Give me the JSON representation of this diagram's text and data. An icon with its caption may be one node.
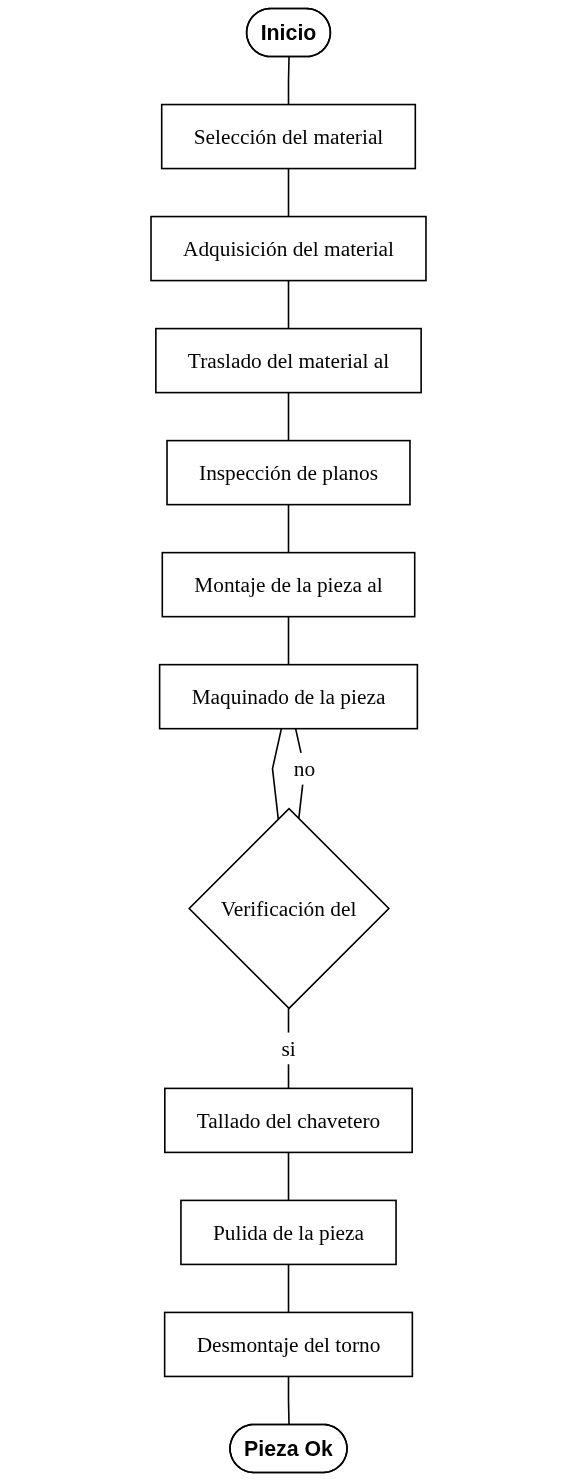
{
  "diagram": {
    "nodes": [
      {
        "text": [
          "Inicio"
        ]
      },
      {
        "text": [
          "Selección del material"
        ]
      },
      {
        "text": [
          "Adquisición del material"
        ]
      },
      {
        "text": [
          "Traslado del material al"
        ]
      },
      {
        "text": [
          "Inspección de planos"
        ]
      },
      {
        "text": [
          "Montaje de la pieza al"
        ]
      },
      {
        "text": [
          "Maquinado de la pieza"
        ]
      },
      {
        "text": [
          "Verificación del"
        ]
      },
      {
        "text": [
          "Tallado del chavetero"
        ]
      },
      {
        "text": [
          "Pulida de la pieza"
        ]
      },
      {
        "text": [
          "Desmontaje del torno"
        ]
      },
      {
        "text": [
          "Pieza Ok"
        ]
      }
    ],
    "edges": [
      {
        "from": 0,
        "to": 1,
        "arrow": "none"
      },
      {
        "from": 1,
        "to": 2,
        "arrow": "none"
      },
      {
        "from": 2,
        "to": 3,
        "arrow": "none"
      },
      {
        "from": 3,
        "to": 4,
        "arrow": "none"
      },
      {
        "from": 4,
        "to": 5,
        "arrow": "none"
      },
      {
        "from": 5,
        "to": 6,
        "arrow": "none"
      },
      {
        "from": 6,
        "to": 7,
        "arrow": "none"
      },
      {
        "from": 7,
        "to": 6,
        "arrow": "none",
        "label": "no"
      },
      {
        "from": 7,
        "to": 8,
        "arrow": "none",
        "label": "si"
      },
      {
        "from": 8,
        "to": 9,
        "arrow": "none"
      },
      {
        "from": 9,
        "to": 10,
        "arrow": "none"
      },
      {
        "from": 10,
        "to": 11,
        "arrow": "none"
      }
    ]
  }
}
